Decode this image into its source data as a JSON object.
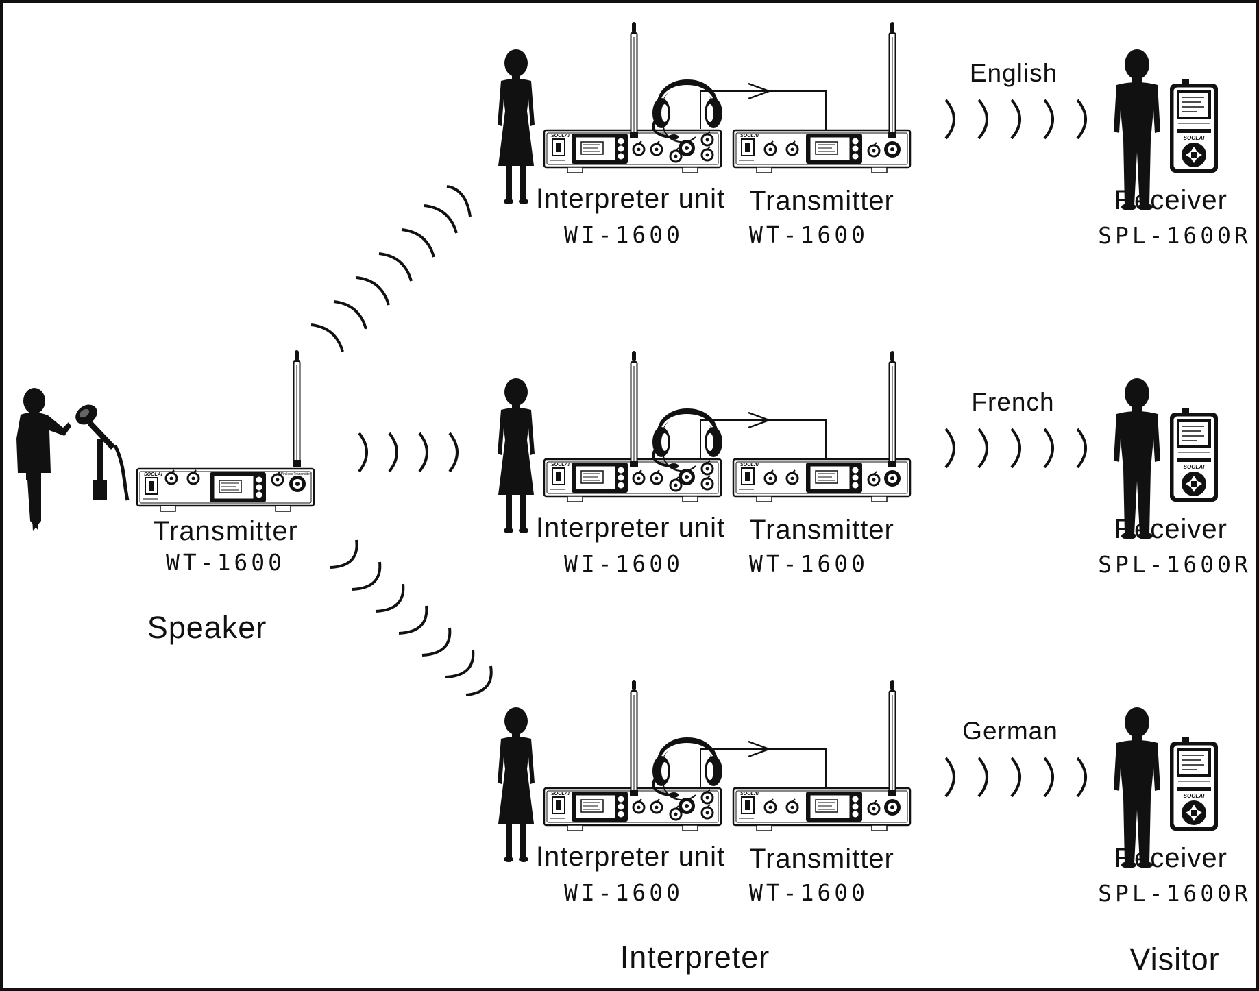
{
  "speaker": {
    "device_name": "Transmitter",
    "device_model": "WT-1600",
    "role": "Speaker"
  },
  "rows": [
    {
      "interpreter_unit": {
        "name": "Interpreter unit",
        "model": "WI-1600"
      },
      "transmitter": {
        "name": "Transmitter",
        "model": "WT-1600"
      },
      "language": "English",
      "receiver": {
        "name": "Receiver",
        "model": "SPL-1600R"
      }
    },
    {
      "interpreter_unit": {
        "name": "Interpreter unit",
        "model": "WI-1600"
      },
      "transmitter": {
        "name": "Transmitter",
        "model": "WT-1600"
      },
      "language": "French",
      "receiver": {
        "name": "Receiver",
        "model": "SPL-1600R"
      }
    },
    {
      "interpreter_unit": {
        "name": "Interpreter unit",
        "model": "WI-1600"
      },
      "transmitter": {
        "name": "Transmitter",
        "model": "WT-1600"
      },
      "language": "German",
      "receiver": {
        "name": "Receiver",
        "model": "SPL-1600R"
      }
    }
  ],
  "roles": {
    "interpreter": "Interpreter",
    "visitor": "Visitor"
  },
  "brand": "SOOLAI",
  "colors": {
    "ink": "#111111",
    "background": "#ffffff"
  },
  "icons": [
    "person-icon",
    "microphone-icon",
    "headphones-icon",
    "antenna-icon",
    "radio-wave-icon",
    "receiver-icon",
    "arrow-icon"
  ]
}
